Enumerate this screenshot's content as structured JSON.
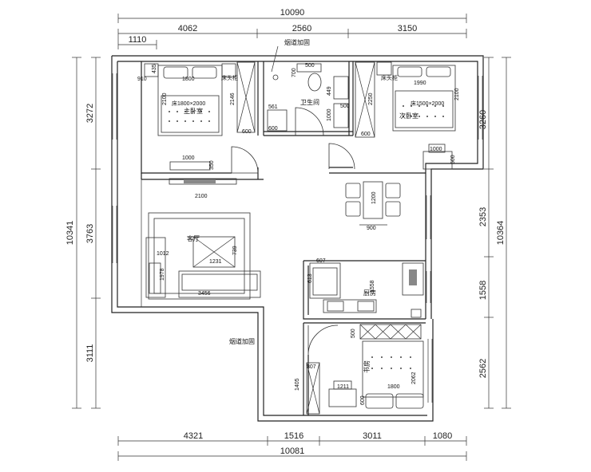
{
  "dimensions": {
    "top_total": "10090",
    "top_segments": [
      "4062",
      "2560",
      "3150"
    ],
    "top_sub": "1110",
    "bottom_total": "10081",
    "bottom_segments": [
      "4321",
      "1516",
      "3011",
      "1080"
    ],
    "left_total": "10341",
    "left_segments": [
      "3272",
      "3763",
      "3111"
    ],
    "right_total": "10364",
    "right_segments": [
      "3260",
      "2353",
      "1558",
      "2562"
    ]
  },
  "notes": {
    "flue_top": "烟道加固",
    "flue_mid": "烟道加固"
  },
  "rooms": {
    "bathroom": "卫生间",
    "kitchen": "厨房",
    "study": "书房",
    "living": "客厅",
    "master": "主卧室",
    "second": "次卧室"
  },
  "labels": {
    "bed_master": "床1800×2000",
    "bed_second": "床1500×2000",
    "nightstand": "床头柜",
    "m_910": "910",
    "m_1800": "1800",
    "m_435": "435",
    "m_2100a": "2100",
    "m_2146": "2146",
    "m_600a": "600",
    "m_1000a": "1000",
    "m_350": "350",
    "b_500": "500",
    "b_700": "700",
    "b_449": "449",
    "b_561": "561",
    "b_1000": "1000",
    "b_500b": "500",
    "b_600": "600",
    "s_1990": "1990",
    "s_2250": "2250",
    "s_2100": "2100",
    "s_600": "600",
    "s_1000": "1000",
    "s_500": "500",
    "l_2100": "2100",
    "l_1012": "1012",
    "l_1231": "1231",
    "l_739": "739",
    "l_1978": "1978",
    "l_3456": "3456",
    "d_1200": "1200",
    "d_900": "900",
    "k_607": "607",
    "k_613": "613",
    "k_1558": "1558",
    "st_500": "500",
    "st_307": "307",
    "st_1405": "1405",
    "st_1211": "1211",
    "st_600": "600",
    "st_1800": "1800",
    "st_2062": "2062"
  }
}
